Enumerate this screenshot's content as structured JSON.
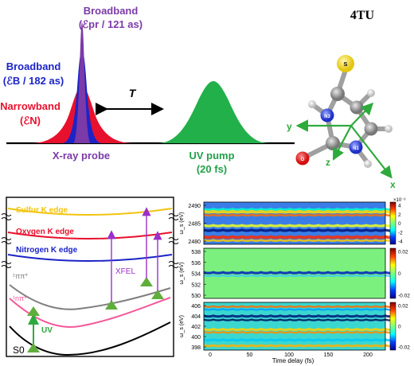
{
  "top": {
    "molecule_label": "4TU",
    "broadband_purple": {
      "line1": "Broadband",
      "line2": "(ℰpr / 121 as)"
    },
    "broadband_blue": {
      "line1": "Broadband",
      "line2": "(ℰB / 182 as)"
    },
    "narrowband": {
      "line1": "Narrowband",
      "line2": "(ℰN)"
    },
    "delay_symbol": "T",
    "probe_label": "X-ray probe",
    "pump_label": {
      "line1": "UV pump",
      "line2": "(20 fs)"
    },
    "atoms": {
      "S": "S",
      "N1": "N1",
      "N3": "N3",
      "O": "O"
    },
    "axes": {
      "x": "x",
      "y": "y",
      "z": "z"
    }
  },
  "energy_diagram": {
    "edges": [
      "Sulfur K edge",
      "Oxygen K edge",
      "Nitrogen K edge"
    ],
    "xfel_label": "XFEL",
    "uv_label": "UV",
    "states": {
      "pipi": "¹ππ*",
      "npi": "¹nπ*",
      "s0": "S0"
    },
    "colors": {
      "sulfur": "#f2c40f",
      "oxygen": "#e8112d",
      "nitrogen": "#1c24c8",
      "pipi": "#7f7f7f",
      "npi": "#f45b9b",
      "s0": "#000000",
      "arrow": "#9b30c8",
      "pump": "#2eaa3c"
    }
  },
  "heatmaps": {
    "xlabel": "Time delay (fs)",
    "xticks": [
      "0",
      "50",
      "100",
      "150",
      "200"
    ],
    "ylabel": "ω_s (eV)",
    "panels": [
      {
        "yticks": [
          "2490",
          "2485",
          "2480"
        ],
        "cbar": [
          "×10⁻³",
          "4",
          "2",
          "0",
          "-2",
          "-4"
        ]
      },
      {
        "yticks": [
          "538",
          "536",
          "534",
          "532",
          "530"
        ],
        "cbar": [
          "0.02",
          "0",
          "-0.02"
        ]
      },
      {
        "yticks": [
          "406",
          "404",
          "402",
          "400",
          "398"
        ],
        "cbar": [
          "0.02",
          "0",
          "-0.02"
        ]
      }
    ]
  }
}
